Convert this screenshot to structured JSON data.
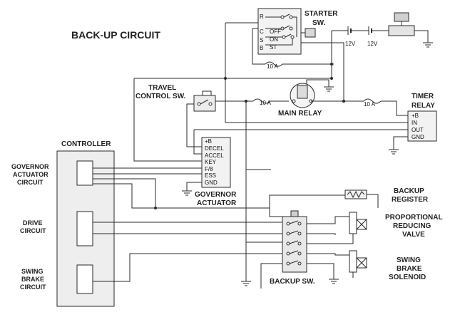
{
  "diagram": {
    "title": "BACK-UP CIRCUIT",
    "starter_switch": {
      "label_line1": "STARTER",
      "label_line2": "SW.",
      "pins": [
        "R",
        "C",
        "S",
        "B"
      ],
      "positions": [
        "OFF",
        "ON",
        "ST"
      ]
    },
    "batteries": [
      "12V",
      "12V"
    ],
    "fuses": [
      "10 A",
      "10 A",
      "10 A"
    ],
    "travel_control_switch": {
      "line1": "TRAVEL",
      "line2": "CONTROL SW."
    },
    "main_relay": "MAIN RELAY",
    "timer_relay": {
      "line1": "TIMER",
      "line2": "RELAY",
      "pins": [
        "+B",
        "IN",
        "OUT",
        "GND"
      ]
    },
    "controller": {
      "title": "CONTROLLER",
      "sections": [
        {
          "line1": "GOVERNOR",
          "line2": "ACTUATOR",
          "line3": "CIRCUIT"
        },
        {
          "line1": "DRIVE",
          "line2": "CIRCUIT"
        },
        {
          "line1": "SWING",
          "line2": "BRAKE",
          "line3": "CIRCUIT"
        }
      ]
    },
    "governor_actuator": {
      "line1": "GOVERNOR",
      "line2": "ACTUATOR",
      "pins": [
        "+B",
        "DECEL",
        "ACCEL",
        "KEY",
        "F/8",
        "ESS",
        "GND"
      ]
    },
    "backup_register": {
      "line1": "BACKUP",
      "line2": "REGISTER"
    },
    "prop_valve": {
      "line1": "PROPORTIONAL",
      "line2": "REDUCING",
      "line3": "VALVE"
    },
    "swing_brake_solenoid": {
      "line1": "SWING",
      "line2": "BRAKE",
      "line3": "SOLENOID"
    },
    "backup_switch": "BACKUP SW."
  }
}
